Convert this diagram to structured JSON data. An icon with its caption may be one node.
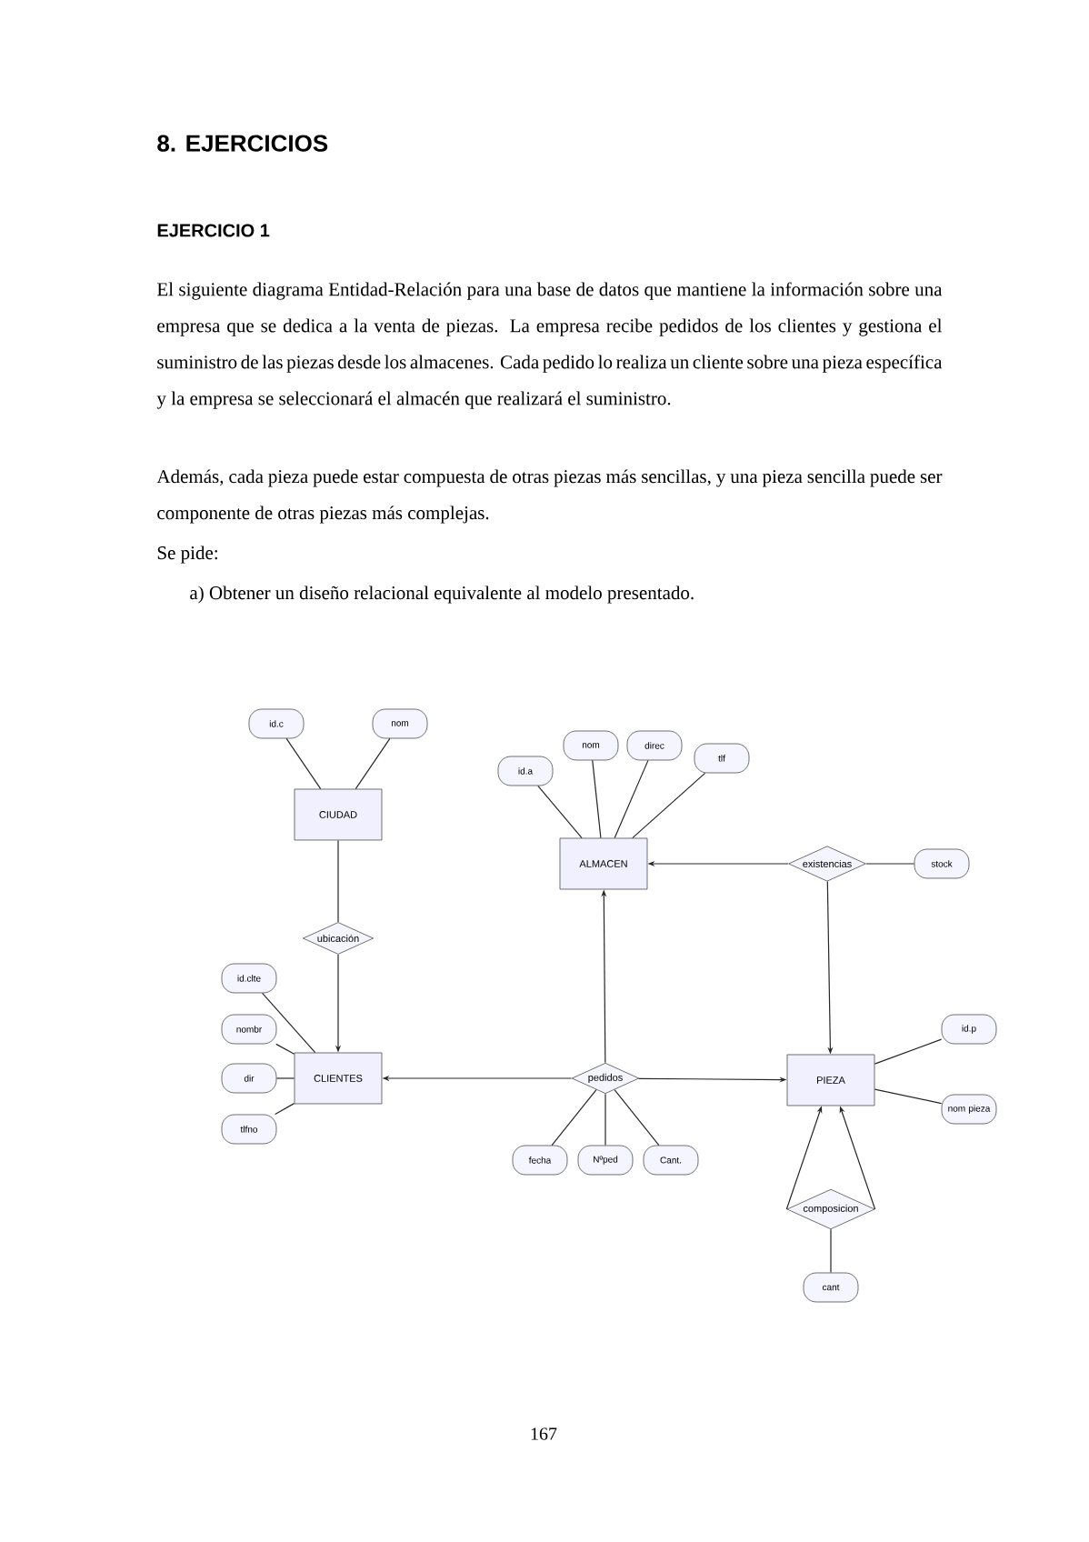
{
  "diagram": {
    "title": "8. EJERCICIOS",
    "nodes": [
      {
        "text": [
          "id.c"
        ]
      },
      {
        "text": [
          "nom"
        ]
      },
      {
        "text": [
          "CIUDAD"
        ]
      },
      {
        "text": [
          "ubicación"
        ]
      },
      {
        "text": [
          "id.a"
        ]
      },
      {
        "text": [
          "nom"
        ]
      },
      {
        "text": [
          "direc"
        ]
      },
      {
        "text": [
          "tlf"
        ]
      },
      {
        "text": [
          "ALMACEN"
        ]
      },
      {
        "text": [
          "existencias"
        ]
      },
      {
        "text": [
          "stock"
        ]
      },
      {
        "text": [
          "id.clte"
        ]
      },
      {
        "text": [
          "nombr"
        ]
      },
      {
        "text": [
          "dir"
        ]
      },
      {
        "text": [
          "tlfno"
        ]
      },
      {
        "text": [
          "CLIENTES"
        ]
      },
      {
        "text": [
          "pedidos"
        ]
      },
      {
        "text": [
          "PIEZA"
        ]
      },
      {
        "text": [
          "id.p"
        ]
      },
      {
        "text": [
          "nom pieza"
        ]
      },
      {
        "text": [
          "fecha"
        ]
      },
      {
        "text": [
          "Nºped"
        ]
      },
      {
        "text": [
          "Cant."
        ]
      },
      {
        "text": [
          "composicion"
        ]
      },
      {
        "text": [
          "cant"
        ]
      }
    ],
    "edges": [
      {
        "from": 0,
        "to": 2,
        "arrow": "none"
      },
      {
        "from": 1,
        "to": 2,
        "arrow": "none"
      },
      {
        "from": 2,
        "to": 3,
        "arrow": "none"
      },
      {
        "from": 3,
        "to": 15,
        "arrow": "to"
      },
      {
        "from": 4,
        "to": 8,
        "arrow": "none"
      },
      {
        "from": 5,
        "to": 8,
        "arrow": "none"
      },
      {
        "from": 6,
        "to": 8,
        "arrow": "none"
      },
      {
        "from": 7,
        "to": 8,
        "arrow": "none"
      },
      {
        "from": 9,
        "to": 8,
        "arrow": "to"
      },
      {
        "from": 9,
        "to": 10,
        "arrow": "none"
      },
      {
        "from": 9,
        "to": 17,
        "arrow": "to"
      },
      {
        "from": 11,
        "to": 15,
        "arrow": "none"
      },
      {
        "from": 12,
        "to": 15,
        "arrow": "none"
      },
      {
        "from": 13,
        "to": 15,
        "arrow": "none"
      },
      {
        "from": 14,
        "to": 15,
        "arrow": "none"
      },
      {
        "from": 16,
        "to": 15,
        "arrow": "to"
      },
      {
        "from": 16,
        "to": 8,
        "arrow": "to"
      },
      {
        "from": 16,
        "to": 17,
        "arrow": "to"
      },
      {
        "from": 17,
        "to": 18,
        "arrow": "none"
      },
      {
        "from": 17,
        "to": 19,
        "arrow": "none"
      },
      {
        "from": 16,
        "to": 20,
        "arrow": "none"
      },
      {
        "from": 16,
        "to": 21,
        "arrow": "none"
      },
      {
        "from": 16,
        "to": 22,
        "arrow": "none"
      },
      {
        "from": 23,
        "to": 17,
        "arrow": "to"
      },
      {
        "from": 23,
        "to": 17,
        "arrow": "to"
      },
      {
        "from": 23,
        "to": 24,
        "arrow": "none"
      }
    ],
    "labels": [
      "EJERCICIO 1",
      "El siguiente diagrama Entidad-Relación para una base de datos que mantiene la información sobre una empresa que se dedica a la venta de piezas. La empresa recibe pedidos de los clientes y gestiona el suministro de las piezas desde los almacenes. Cada pedido lo realiza un cliente sobre una pieza específica y la empresa se seleccionará el almacén que realizará el suministro.",
      "Además, cada pieza puede estar compuesta de otras piezas más sencillas, y una pieza sencilla puede ser componente de otras piezas más complejas.",
      "Se pide:",
      "a) Obtener un diseño relacional equivalente al modelo presentado.",
      "167"
    ]
  }
}
